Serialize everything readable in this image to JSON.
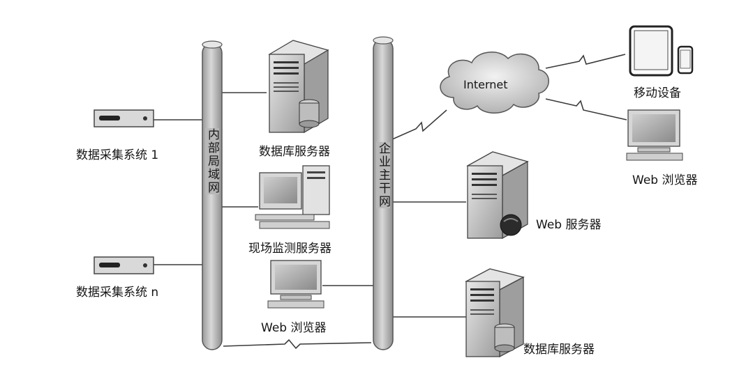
{
  "diagram": {
    "backbones": {
      "lan_label": "内部局域网",
      "enterprise_label": "企业主干网"
    },
    "nodes": {
      "collector_1": "数据采集系统 1",
      "collector_n": "数据采集系统 n",
      "db_server_top": "数据库服务器",
      "monitor_server": "现场监测服务器",
      "web_browser_lan": "Web 浏览器",
      "web_server": "Web 服务器",
      "db_server_bottom": "数据库服务器",
      "internet": "Internet",
      "mobile": "移动设备",
      "web_browser_remote": "Web 浏览器"
    },
    "colors": {
      "pipe_fill": "#b8b8b8",
      "line": "#3a3a3a",
      "server_body": "#c8c8c8",
      "monitor_screen": "#a9a9a9"
    }
  }
}
